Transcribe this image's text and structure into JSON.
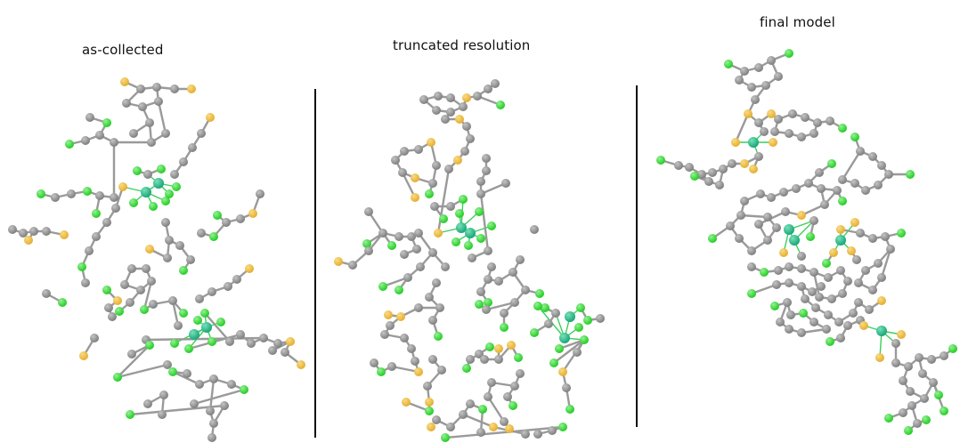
{
  "panels": [
    {
      "label": "as-collected"
    },
    {
      "label": "truncated resolution"
    },
    {
      "label": "final model"
    }
  ],
  "colors": {
    "carbon": "#7d7d7d",
    "carbon_highlight": "#c4c4c4",
    "sulfur": "#e6ac2c",
    "sulfur_highlight": "#f7dc86",
    "chlorine": "#1ecc1e",
    "chlorine_highlight": "#96f096",
    "metal": "#16a577",
    "metal_highlight": "#79e0b8",
    "bond": "#9a9a9a",
    "metal_bond": "#3ccf5a",
    "divider": "#111111"
  },
  "atom_types": [
    "carbon",
    "sulfur",
    "chlorine",
    "metal"
  ]
}
